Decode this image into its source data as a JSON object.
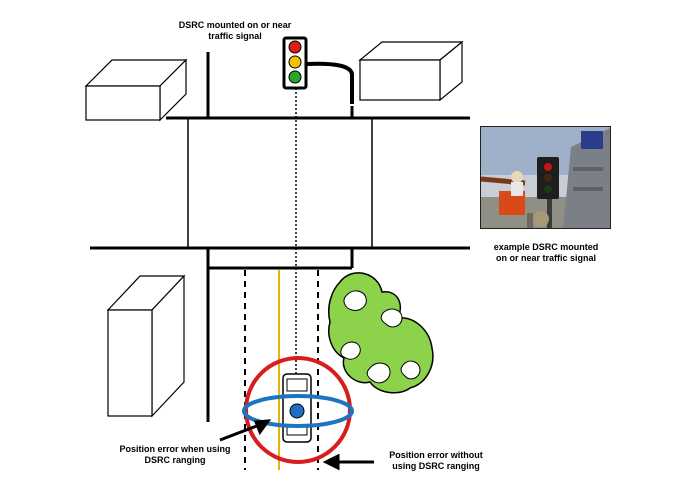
{
  "labels": {
    "dsrc_top_line1": "DSRC mounted on or near",
    "dsrc_top_line2": "traffic signal",
    "example_line1": "example DSRC mounted",
    "example_line2": "on or near traffic signal",
    "with_ranging_line1": "Position error when using",
    "with_ranging_line2": "DSRC ranging",
    "without_ranging_line1": "Position error without",
    "without_ranging_line2": "using DSRC ranging"
  },
  "colors": {
    "signal_red": "#e01b1b",
    "signal_yellow": "#f2c200",
    "signal_green": "#28a828",
    "error_circle_without": "#d91c1c",
    "error_ellipse_with": "#1c74c2",
    "vehicle_dot": "#1c6ec8",
    "tree_green": "#8cd24a",
    "lane_center": "#e8b400"
  },
  "icons": {
    "traffic_signal": "traffic-light-icon",
    "vehicle": "car-icon",
    "tree": "tree-icon",
    "buildings": "building-icon",
    "photo": "traffic-signal-photo"
  }
}
